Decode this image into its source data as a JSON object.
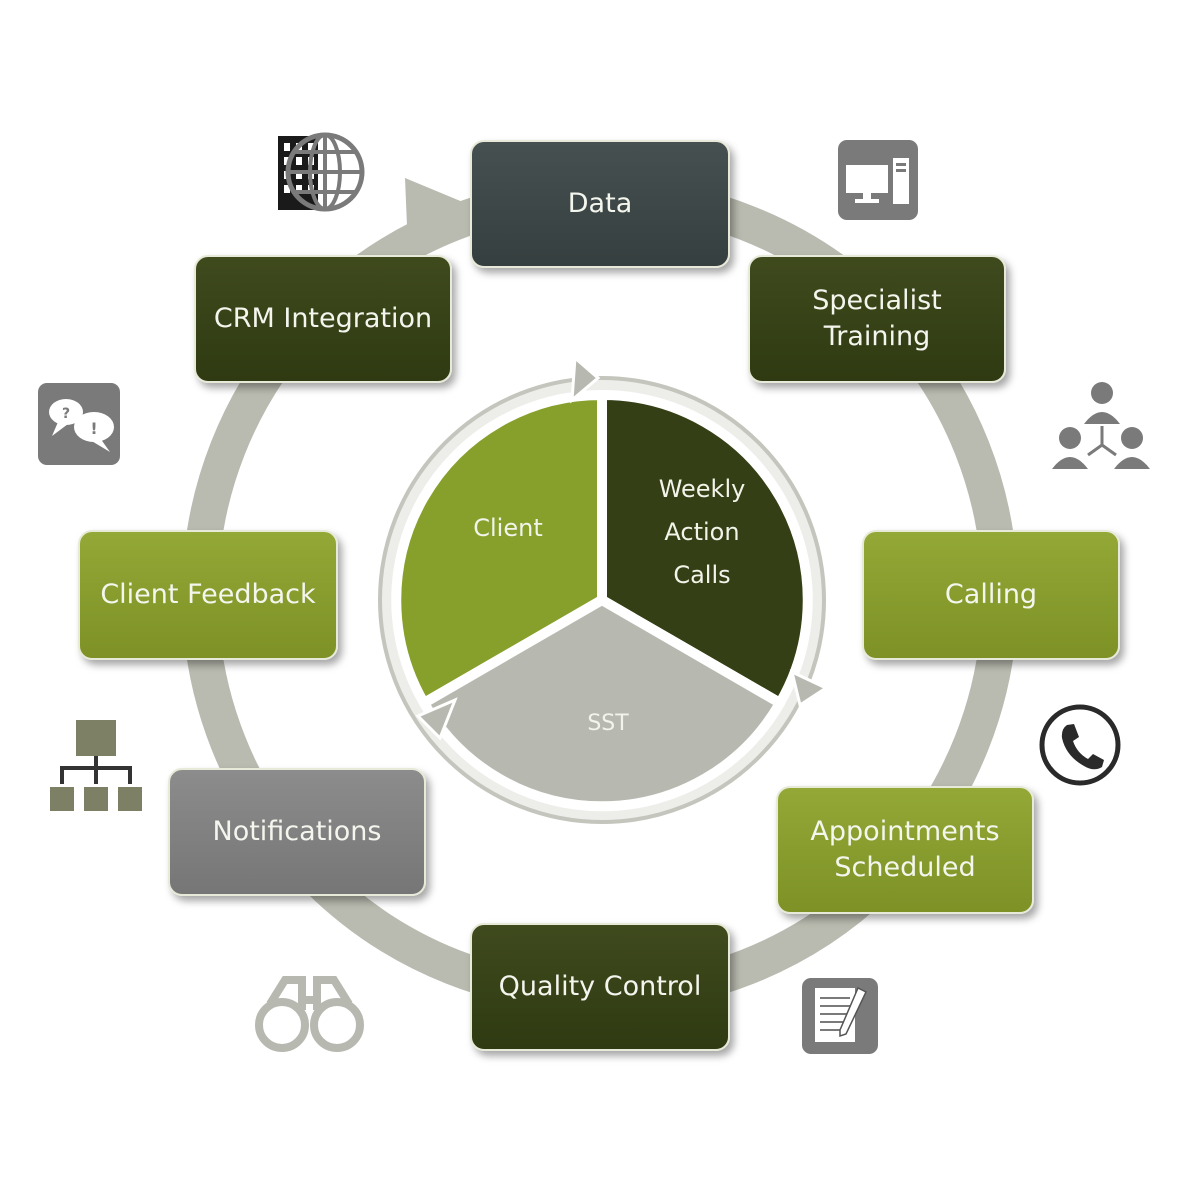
{
  "colors": {
    "ring": "#b9bbb0",
    "dark_olive": "#343f15",
    "charcoal": "#3d4646",
    "lime": "#87a02c",
    "grey_box": "#808080",
    "light_grey": "#b7b8b0",
    "icon_grey": "#7a7a7a"
  },
  "cycle": {
    "data": "Data",
    "specialist_training": "Specialist\nTraining",
    "calling": "Calling",
    "appointments_scheduled": "Appointments\nScheduled",
    "quality_control": "Quality Control",
    "notifications": "Notifications",
    "client_feedback": "Client Feedback",
    "crm_integration": "CRM Integration"
  },
  "inner": {
    "client": "Client",
    "weekly_action_calls": "Weekly\nAction\nCalls",
    "sst": "SST"
  },
  "icons": {
    "data": "computer-icon",
    "specialist_training": "team-hierarchy-icon",
    "calling": "phone-icon",
    "appointments_scheduled": "notepad-icon",
    "quality_control": "binoculars-icon",
    "notifications": "org-chart-icon",
    "client_feedback": "speech-bubbles-icon",
    "crm_integration": "building-globe-icon"
  }
}
